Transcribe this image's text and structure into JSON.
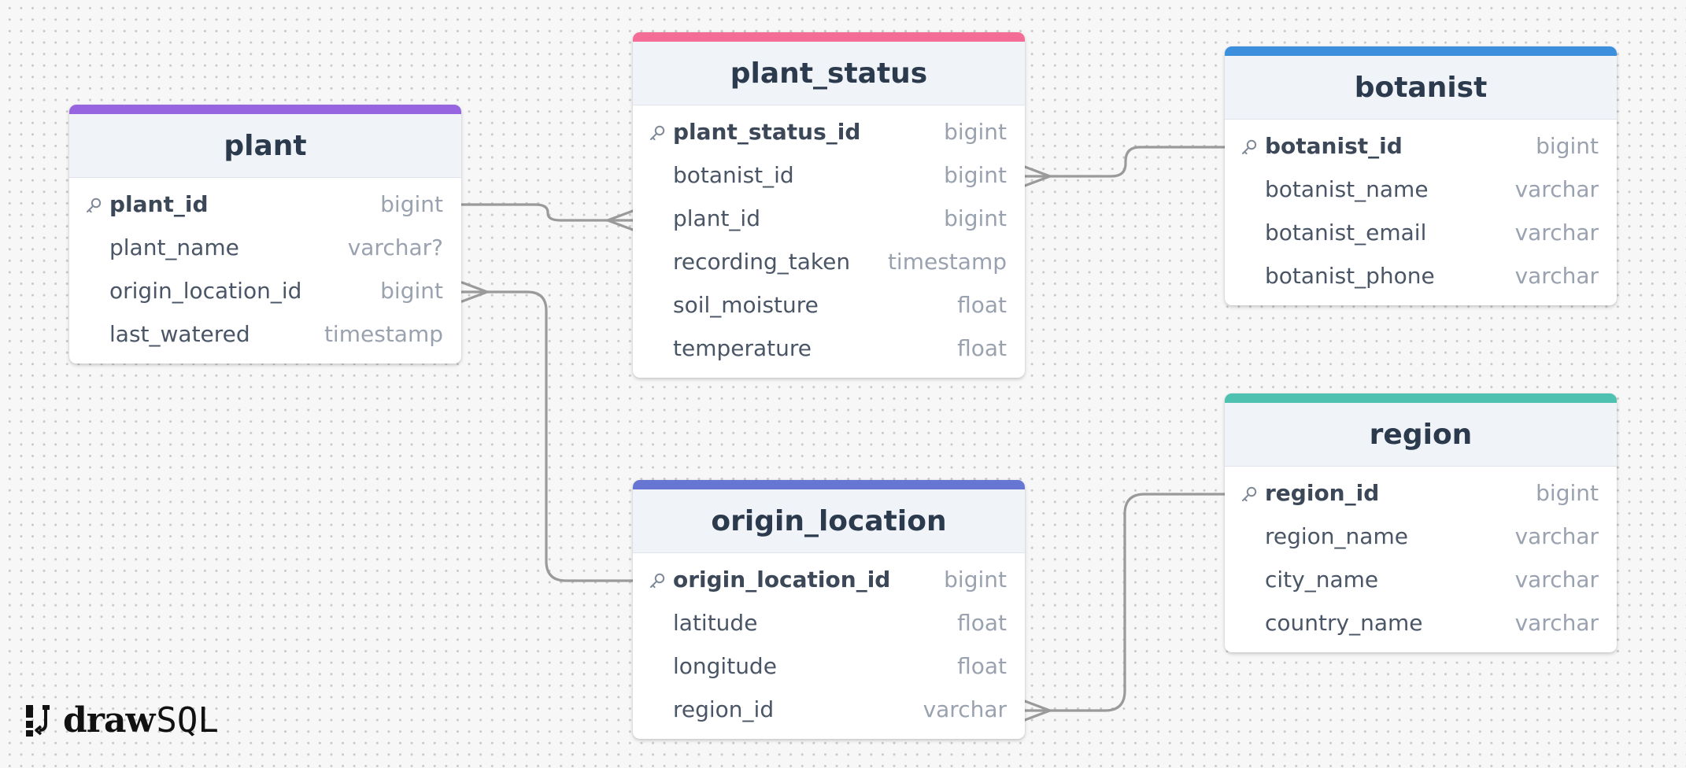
{
  "app": {
    "brand_word": "draw",
    "brand_suffix": "SQL"
  },
  "tables": {
    "plant": {
      "name": "plant",
      "accent_color": "#9865e0",
      "columns": [
        {
          "name": "plant_id",
          "type": "bigint",
          "primary_key": true
        },
        {
          "name": "plant_name",
          "type": "varchar?"
        },
        {
          "name": "origin_location_id",
          "type": "bigint"
        },
        {
          "name": "last_watered",
          "type": "timestamp"
        }
      ]
    },
    "plant_status": {
      "name": "plant_status",
      "accent_color": "#f46d96",
      "columns": [
        {
          "name": "plant_status_id",
          "type": "bigint",
          "primary_key": true
        },
        {
          "name": "botanist_id",
          "type": "bigint"
        },
        {
          "name": "plant_id",
          "type": "bigint"
        },
        {
          "name": "recording_taken",
          "type": "timestamp"
        },
        {
          "name": "soil_moisture",
          "type": "float"
        },
        {
          "name": "temperature",
          "type": "float"
        }
      ]
    },
    "botanist": {
      "name": "botanist",
      "accent_color": "#3b8fdc",
      "columns": [
        {
          "name": "botanist_id",
          "type": "bigint",
          "primary_key": true
        },
        {
          "name": "botanist_name",
          "type": "varchar"
        },
        {
          "name": "botanist_email",
          "type": "varchar"
        },
        {
          "name": "botanist_phone",
          "type": "varchar"
        }
      ]
    },
    "origin_location": {
      "name": "origin_location",
      "accent_color": "#6676d2",
      "columns": [
        {
          "name": "origin_location_id",
          "type": "bigint",
          "primary_key": true
        },
        {
          "name": "latitude",
          "type": "float"
        },
        {
          "name": "longitude",
          "type": "float"
        },
        {
          "name": "region_id",
          "type": "varchar"
        }
      ]
    },
    "region": {
      "name": "region",
      "accent_color": "#4ec1b0",
      "columns": [
        {
          "name": "region_id",
          "type": "bigint",
          "primary_key": true
        },
        {
          "name": "region_name",
          "type": "varchar"
        },
        {
          "name": "city_name",
          "type": "varchar"
        },
        {
          "name": "country_name",
          "type": "varchar"
        }
      ]
    }
  },
  "relationships": [
    {
      "from": "plant.plant_id",
      "to": "plant_status.plant_id",
      "cardinality": "one-to-many"
    },
    {
      "from": "botanist.botanist_id",
      "to": "plant_status.botanist_id",
      "cardinality": "one-to-many"
    },
    {
      "from": "origin_location.origin_location_id",
      "to": "plant.origin_location_id",
      "cardinality": "one-to-many"
    },
    {
      "from": "region.region_id",
      "to": "origin_location.region_id",
      "cardinality": "one-to-many"
    }
  ],
  "colors": {
    "connector": "#9a9a9a",
    "header_bg": "#f0f3f8",
    "title_text": "#2c3a4d"
  }
}
